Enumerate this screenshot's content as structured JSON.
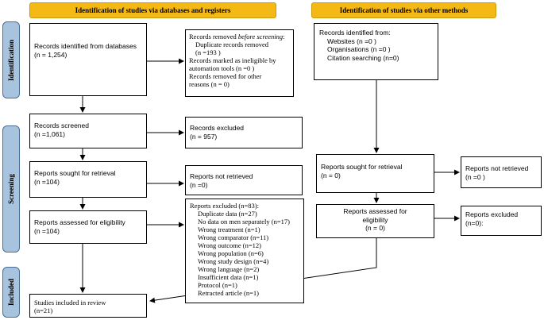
{
  "headers": {
    "databases": "Identification of studies via databases and registers",
    "other": "Identification of studies via other methods"
  },
  "sidebar": {
    "identification": "Identification",
    "screening": "Screening",
    "included": "Included"
  },
  "db": {
    "identified": {
      "line1": "Records identified from databases",
      "line2": "(n = 1,254)"
    },
    "removed": {
      "title_pre": "Records removed ",
      "title_em": "before screening",
      "title_post": ":",
      "dup": "Duplicate records removed",
      "dup_n": "(n =193 )",
      "inelig1": "Records marked as ineligible by",
      "inelig2": "automation tools (n =0 )",
      "other1": "Records removed for other",
      "other2": "reasons (n = 0)"
    },
    "screened": {
      "line1": "Records screened",
      "line2": "(n =1,061)"
    },
    "excluded": {
      "line1": "Records excluded",
      "line2": "(n = 957)"
    },
    "sought": {
      "line1": "Reports sought for retrieval",
      "line2": "(n =104)"
    },
    "not_retrieved": {
      "line1": "Reports not retrieved",
      "line2": "(n =0)"
    },
    "assessed": {
      "line1": "Reports assessed for eligibility",
      "line2": "(n =104)"
    },
    "reports_excluded": {
      "title": "Reports excluded (n=83):",
      "items": [
        "Duplicate data (n=27)",
        "No data on men separately (n=17)",
        "Wrong treatment (n=1)",
        "Wrong comparator (n=11)",
        "Wrong outcome (n=12)",
        "Wrong population (n=6)",
        "Wrong study design (n=4)",
        "Wrong language (n=2)",
        "Insufficient data (n=1)",
        "Protocol (n=1)",
        "Retracted article (n=1)"
      ]
    },
    "included": {
      "line1": "Studies included in review",
      "line2": "(n=21)"
    }
  },
  "other": {
    "identified": {
      "title": "Records identified from:",
      "items": [
        "Websites (n =0 )",
        "Organisations (n =0 )",
        "Citation searching (n=0)"
      ]
    },
    "sought": {
      "line1": "Reports sought for retrieval",
      "line2": "(n = 0)"
    },
    "not_retrieved": {
      "line1": "Reports not retrieved",
      "line2": "(n =0 )"
    },
    "assessed": {
      "line1": "Reports assessed for",
      "line2": "eligibility",
      "line3": "(n = 0)"
    },
    "excluded": {
      "line1": "Reports excluded",
      "line2": "(n=0):"
    }
  }
}
